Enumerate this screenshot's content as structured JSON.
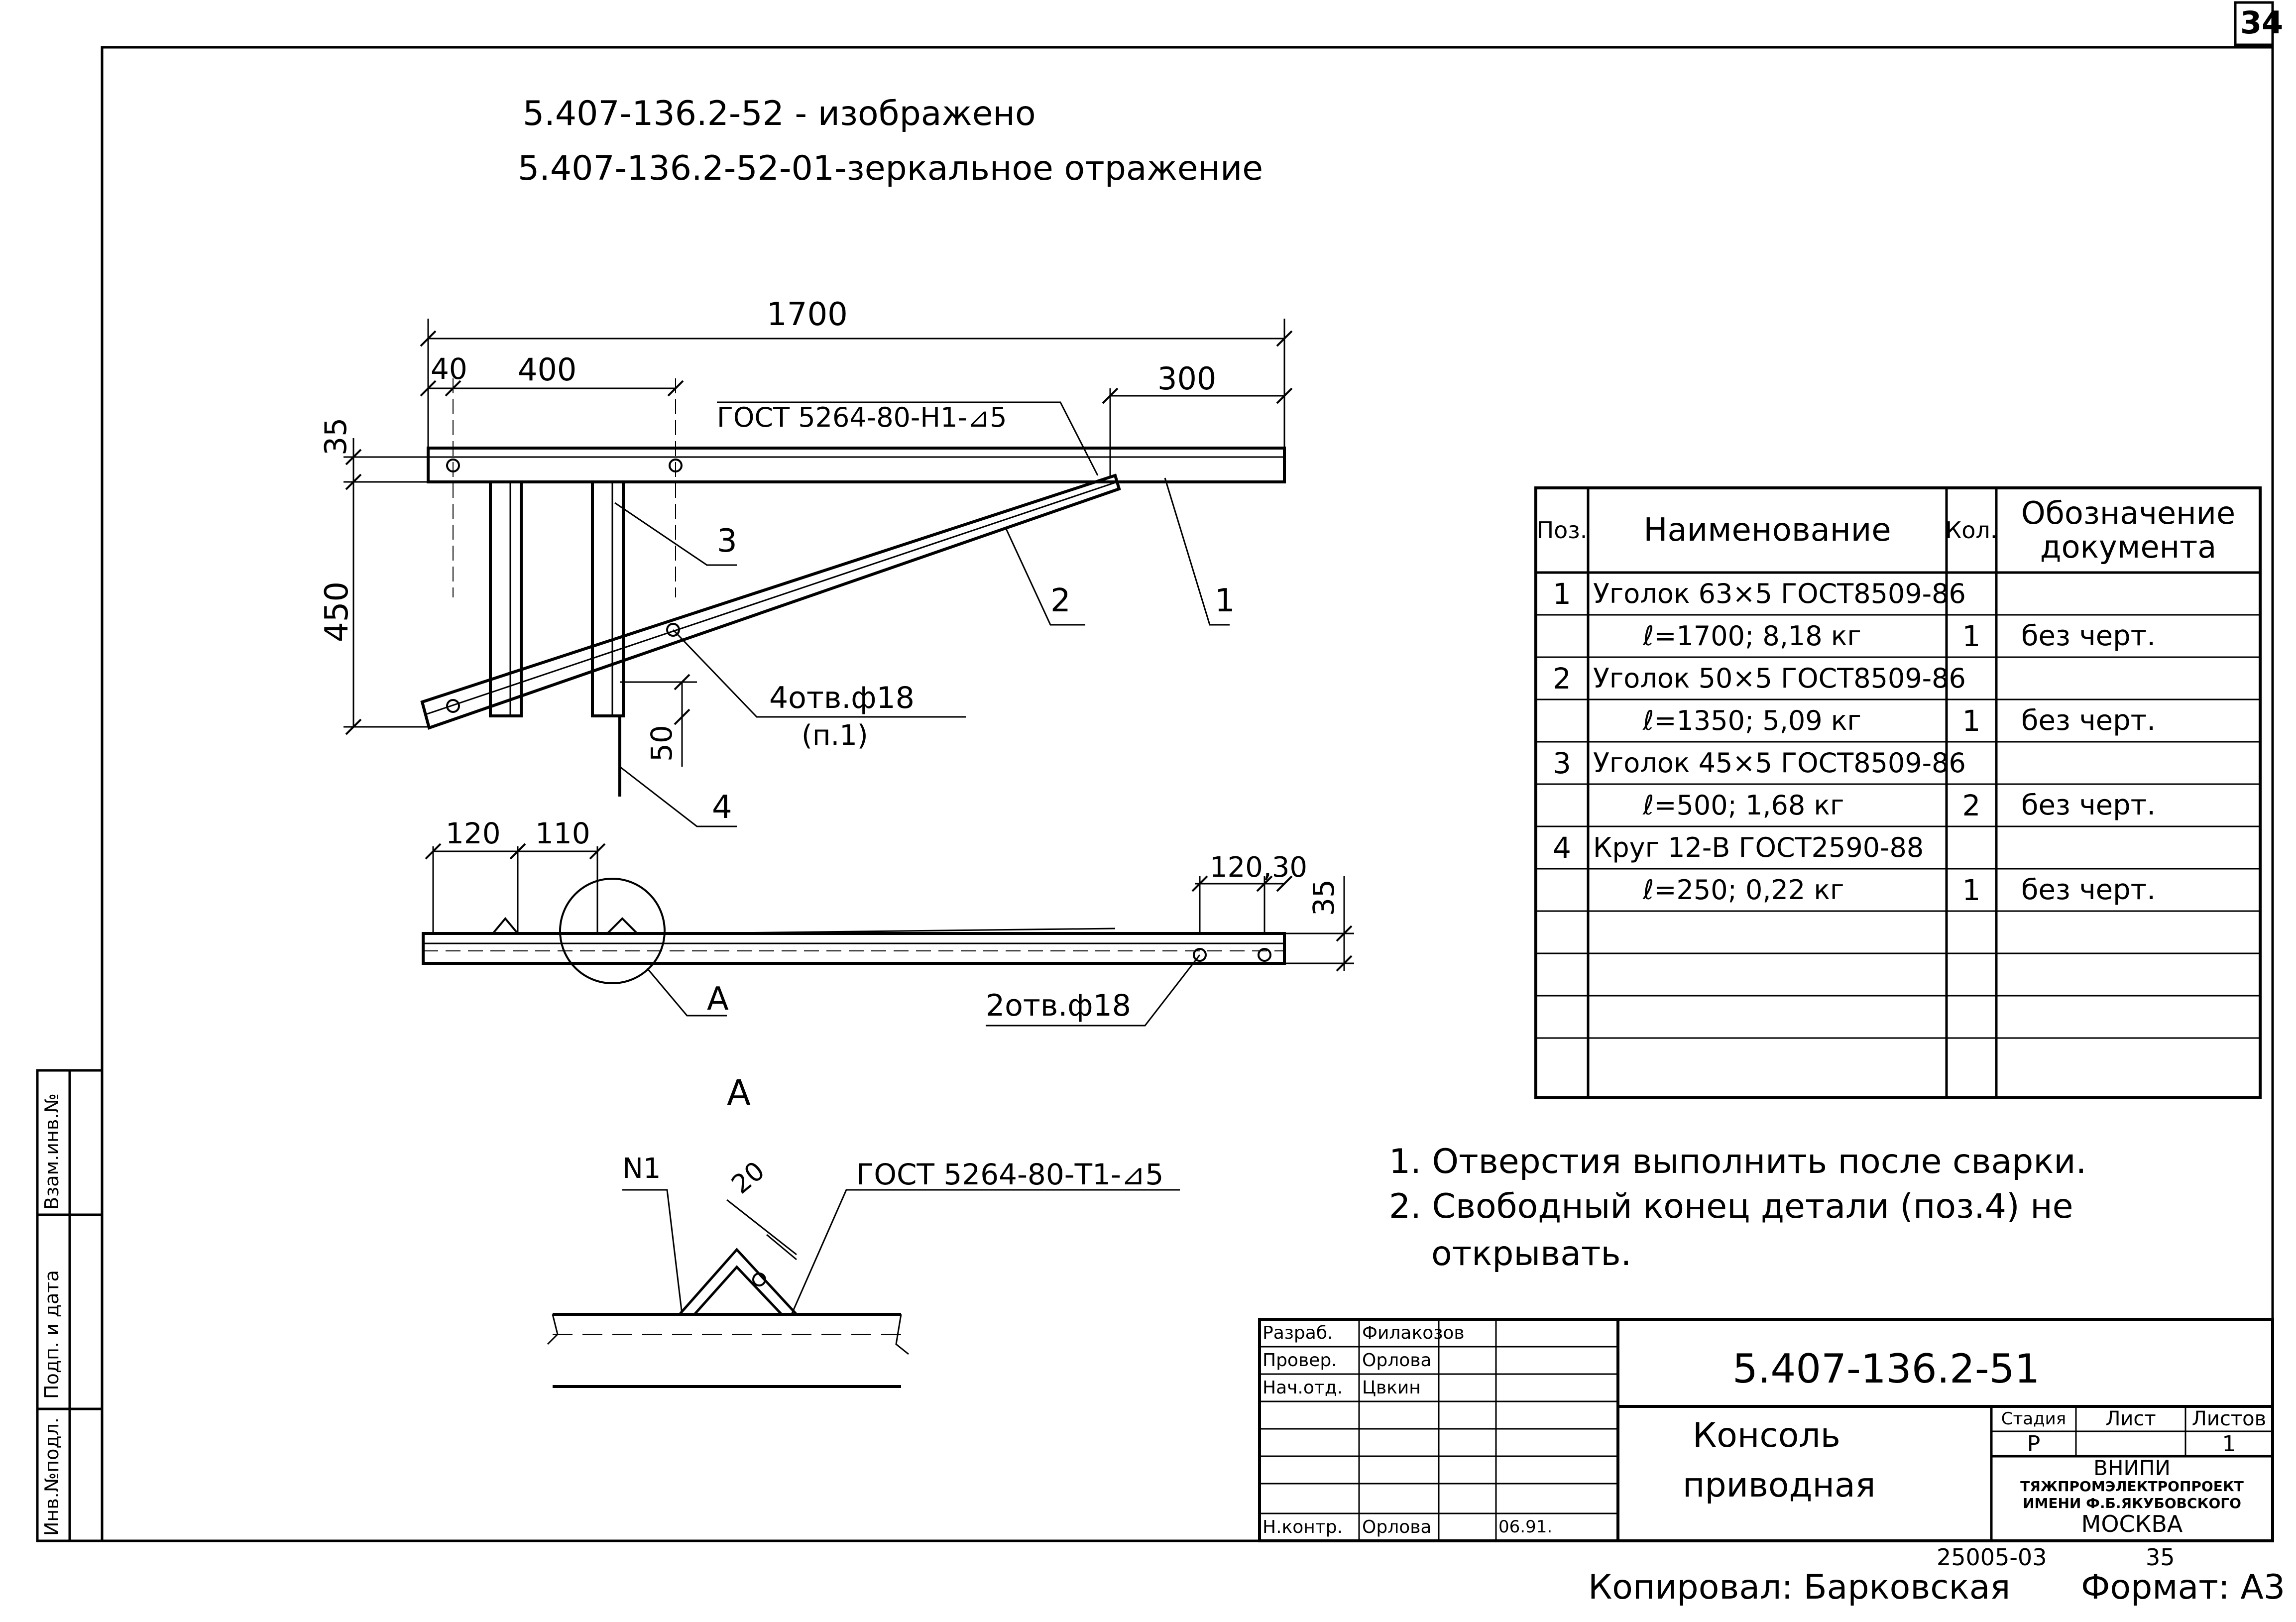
{
  "sheet_number": "34",
  "header": {
    "line1": "5.407-136.2-52 - изображено",
    "line2": "5.407-136.2-52-01-зеркальное отражение"
  },
  "front_view": {
    "dim_overall": "1700",
    "dim_40": "40",
    "dim_400": "400",
    "dim_300": "300",
    "dim_35": "35",
    "dim_450": "450",
    "dim_50": "50",
    "weld_note": "ГОСТ 5264-80-Н1-⊿5",
    "pos_1": "1",
    "pos_2": "2",
    "pos_3": "3",
    "pos_4": "4",
    "holes_label": "4отв.ф18",
    "holes_note": "(п.1)"
  },
  "plan_view": {
    "dim_120": "120",
    "dim_110": "110",
    "dim_120_30": "120,30",
    "dim_35": "35",
    "holes_label": "2отв.ф18",
    "callout": "А"
  },
  "detail": {
    "title": "А",
    "leg_label": "N1",
    "size_label": "20",
    "weld_note": "ГОСТ 5264-80-Т1-⊿5"
  },
  "spec_table": {
    "headers": [
      "Поз.",
      "Наименование",
      "Кол.",
      "Обозначение документа"
    ],
    "rows": [
      [
        "1",
        "Уголок 63×5 ГОСТ8509-86",
        "",
        ""
      ],
      [
        "",
        "ℓ=1700; 8,18 кг",
        "1",
        "без черт."
      ],
      [
        "2",
        "Уголок 50×5 ГОСТ8509-86",
        "",
        ""
      ],
      [
        "",
        "ℓ=1350; 5,09 кг",
        "1",
        "без черт."
      ],
      [
        "3",
        "Уголок 45×5 ГОСТ8509-86",
        "",
        ""
      ],
      [
        "",
        "ℓ=500; 1,68 кг",
        "2",
        "без черт."
      ],
      [
        "4",
        "Круг 12-В ГОСТ2590-88",
        "",
        ""
      ],
      [
        "",
        "ℓ=250; 0,22 кг",
        "1",
        "без черт."
      ],
      [
        "",
        "",
        "",
        ""
      ],
      [
        "",
        "",
        "",
        ""
      ],
      [
        "",
        "",
        "",
        ""
      ],
      [
        "",
        "",
        "",
        ""
      ]
    ]
  },
  "notes": {
    "n1": "1. Отверстия выполнить после сварки.",
    "n2": "2. Свободный конец детали (поз.4) не",
    "n2b": "открывать."
  },
  "title_block": {
    "doc_code": "5.407-136.2-51",
    "name_line1": "Консоль",
    "name_line2": "приводная",
    "roles": [
      "Разраб.",
      "Провер.",
      "Нач.отд.",
      "",
      "",
      "",
      "Н.контр."
    ],
    "names": [
      "Филакозов",
      "Орлова",
      "Цвкин",
      "",
      "",
      "",
      "Орлова"
    ],
    "date_last": "06.91.",
    "stage_hdr": "Стадия",
    "sheet_hdr": "Лист",
    "sheets_hdr": "Листов",
    "stage_val": "Р",
    "sheets_val": "1",
    "org_line1": "ВНИПИ",
    "org_line2": "ТЯЖПРОМЭЛЕКТРОПРОЕКТ",
    "org_line3": "ИМЕНИ Ф.Б.ЯКУБОВСКОГО",
    "org_line4": "МОСКВА"
  },
  "side_stamp": {
    "inv_orig": "Инв.№подл.",
    "sign_date": "Подп. и дата",
    "inv_dup": "Взам.инв.№"
  },
  "footer": {
    "copied": "Копировал: Барковская",
    "order_no": "25005-03",
    "page_no": "35",
    "format": "Формат: А3"
  }
}
